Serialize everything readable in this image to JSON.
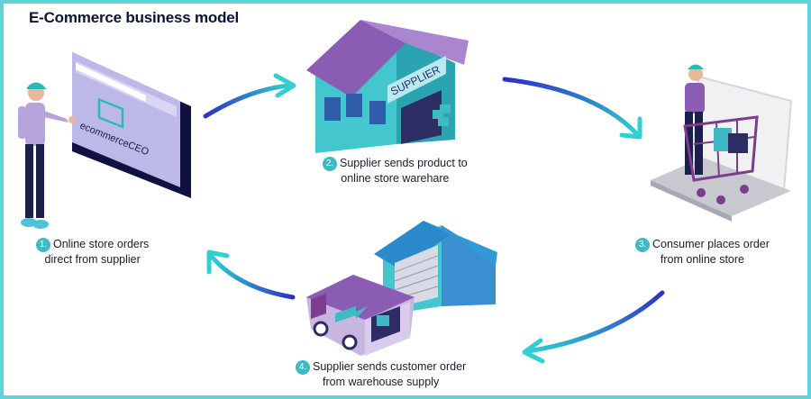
{
  "title": "E-Commerce business model",
  "colors": {
    "border": "#5fd3d9",
    "teal": "#35c7cc",
    "purple": "#8a5db0",
    "lavender": "#c7b6e0",
    "navy": "#1c1f4a",
    "arrow_start": "#2f2fc7",
    "arrow_end": "#2fd0cf"
  },
  "steps": [
    {
      "num": "1.",
      "line1": "Online store orders",
      "line2": "direct from supplier"
    },
    {
      "num": "2.",
      "line1": "Supplier sends product to",
      "line2": "online store warehare"
    },
    {
      "num": "3.",
      "line1": "Consumer places order",
      "line2": "from online store"
    },
    {
      "num": "4.",
      "line1": "Supplier sends customer order",
      "line2": "from warehouse supply"
    }
  ],
  "supplier_sign": "SUPPLIER",
  "logo_text": "ecommerceCEO",
  "icons": [
    "person-at-screen",
    "supplier-warehouse",
    "shopper-with-cart",
    "delivery-van",
    "garage"
  ]
}
